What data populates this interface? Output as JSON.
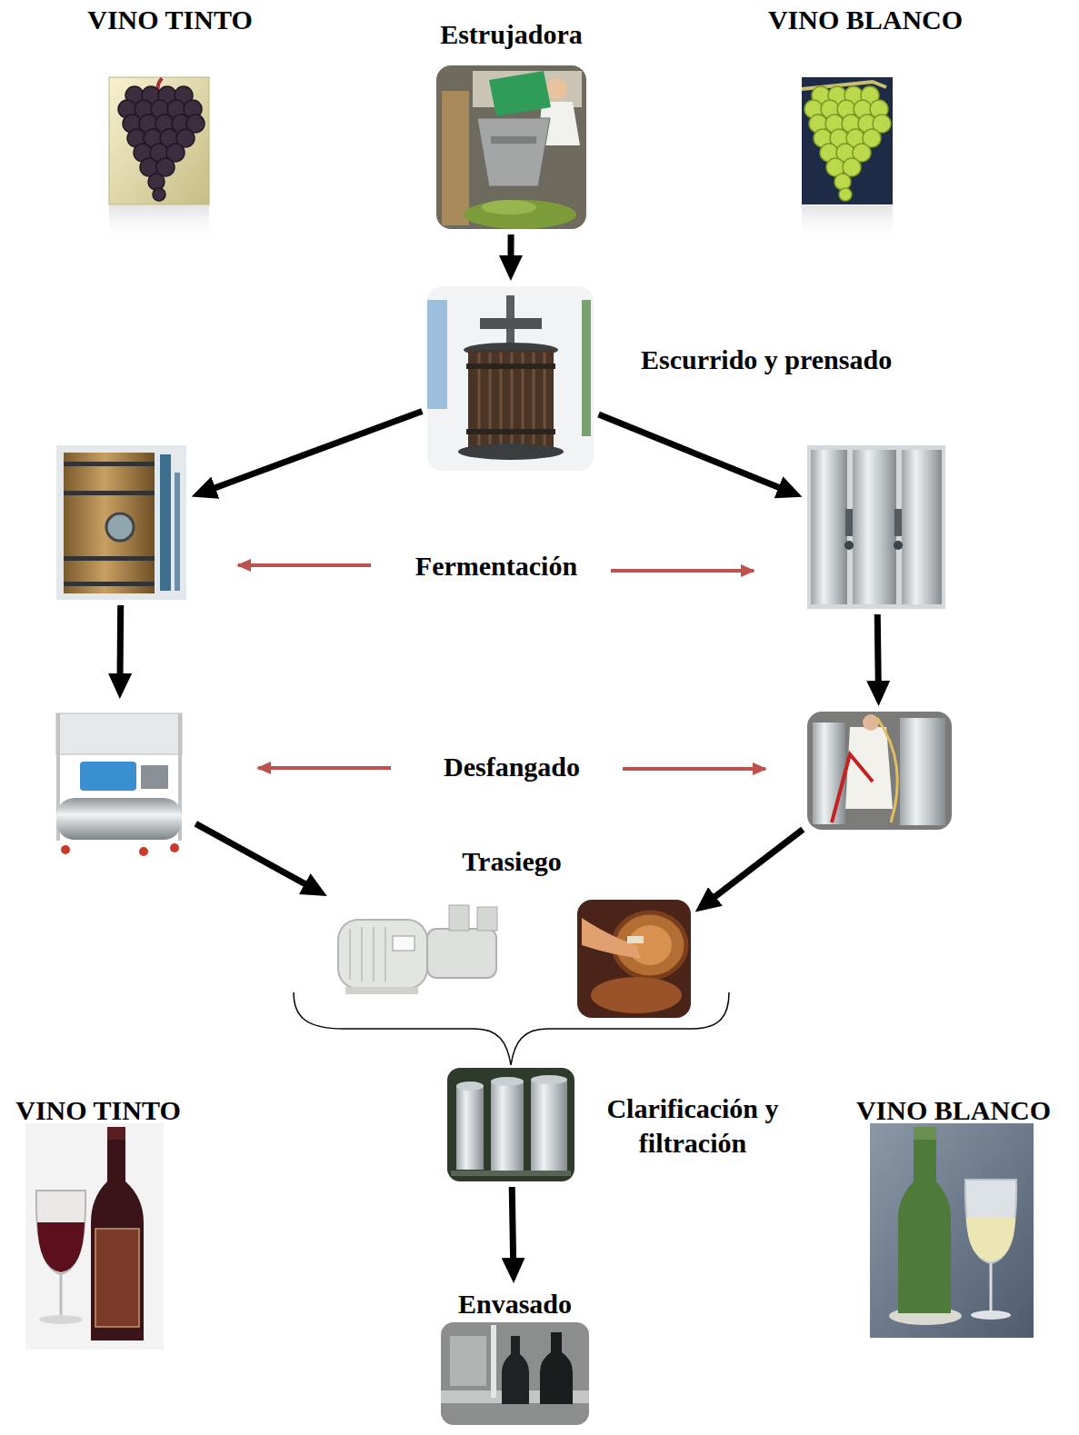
{
  "diagram": {
    "nodes": [
      {
        "text": [
          "VINO TINTO"
        ]
      },
      {
        "text": [
          "Estrujadora"
        ]
      },
      {
        "text": [
          "VINO BLANCO"
        ]
      },
      {
        "text": [
          "Escurrido y prensado"
        ]
      },
      {
        "text": []
      },
      {
        "text": []
      },
      {
        "text": []
      },
      {
        "text": []
      },
      {
        "text": []
      },
      {
        "text": []
      },
      {
        "text": [
          "VINO TINTO"
        ]
      },
      {
        "text": [
          "Clarificación y filtración"
        ]
      },
      {
        "text": [
          "VINO BLANCO"
        ]
      },
      {
        "text": [
          "Envasado"
        ]
      }
    ],
    "edges": [
      {
        "from": 1,
        "to": 3,
        "arrow": "to"
      },
      {
        "from": 3,
        "to": 4,
        "arrow": "to"
      },
      {
        "from": 3,
        "to": 5,
        "arrow": "to"
      },
      {
        "from": 4,
        "to": 6,
        "arrow": "to"
      },
      {
        "from": 5,
        "to": 7,
        "arrow": "to"
      },
      {
        "from": 6,
        "to": 8,
        "arrow": "to"
      },
      {
        "from": 7,
        "to": 9,
        "arrow": "to"
      },
      {
        "from": 11,
        "to": 13,
        "arrow": "to"
      }
    ],
    "labels": [
      "Fermentación",
      "Desfangado",
      "Trasiego"
    ]
  }
}
